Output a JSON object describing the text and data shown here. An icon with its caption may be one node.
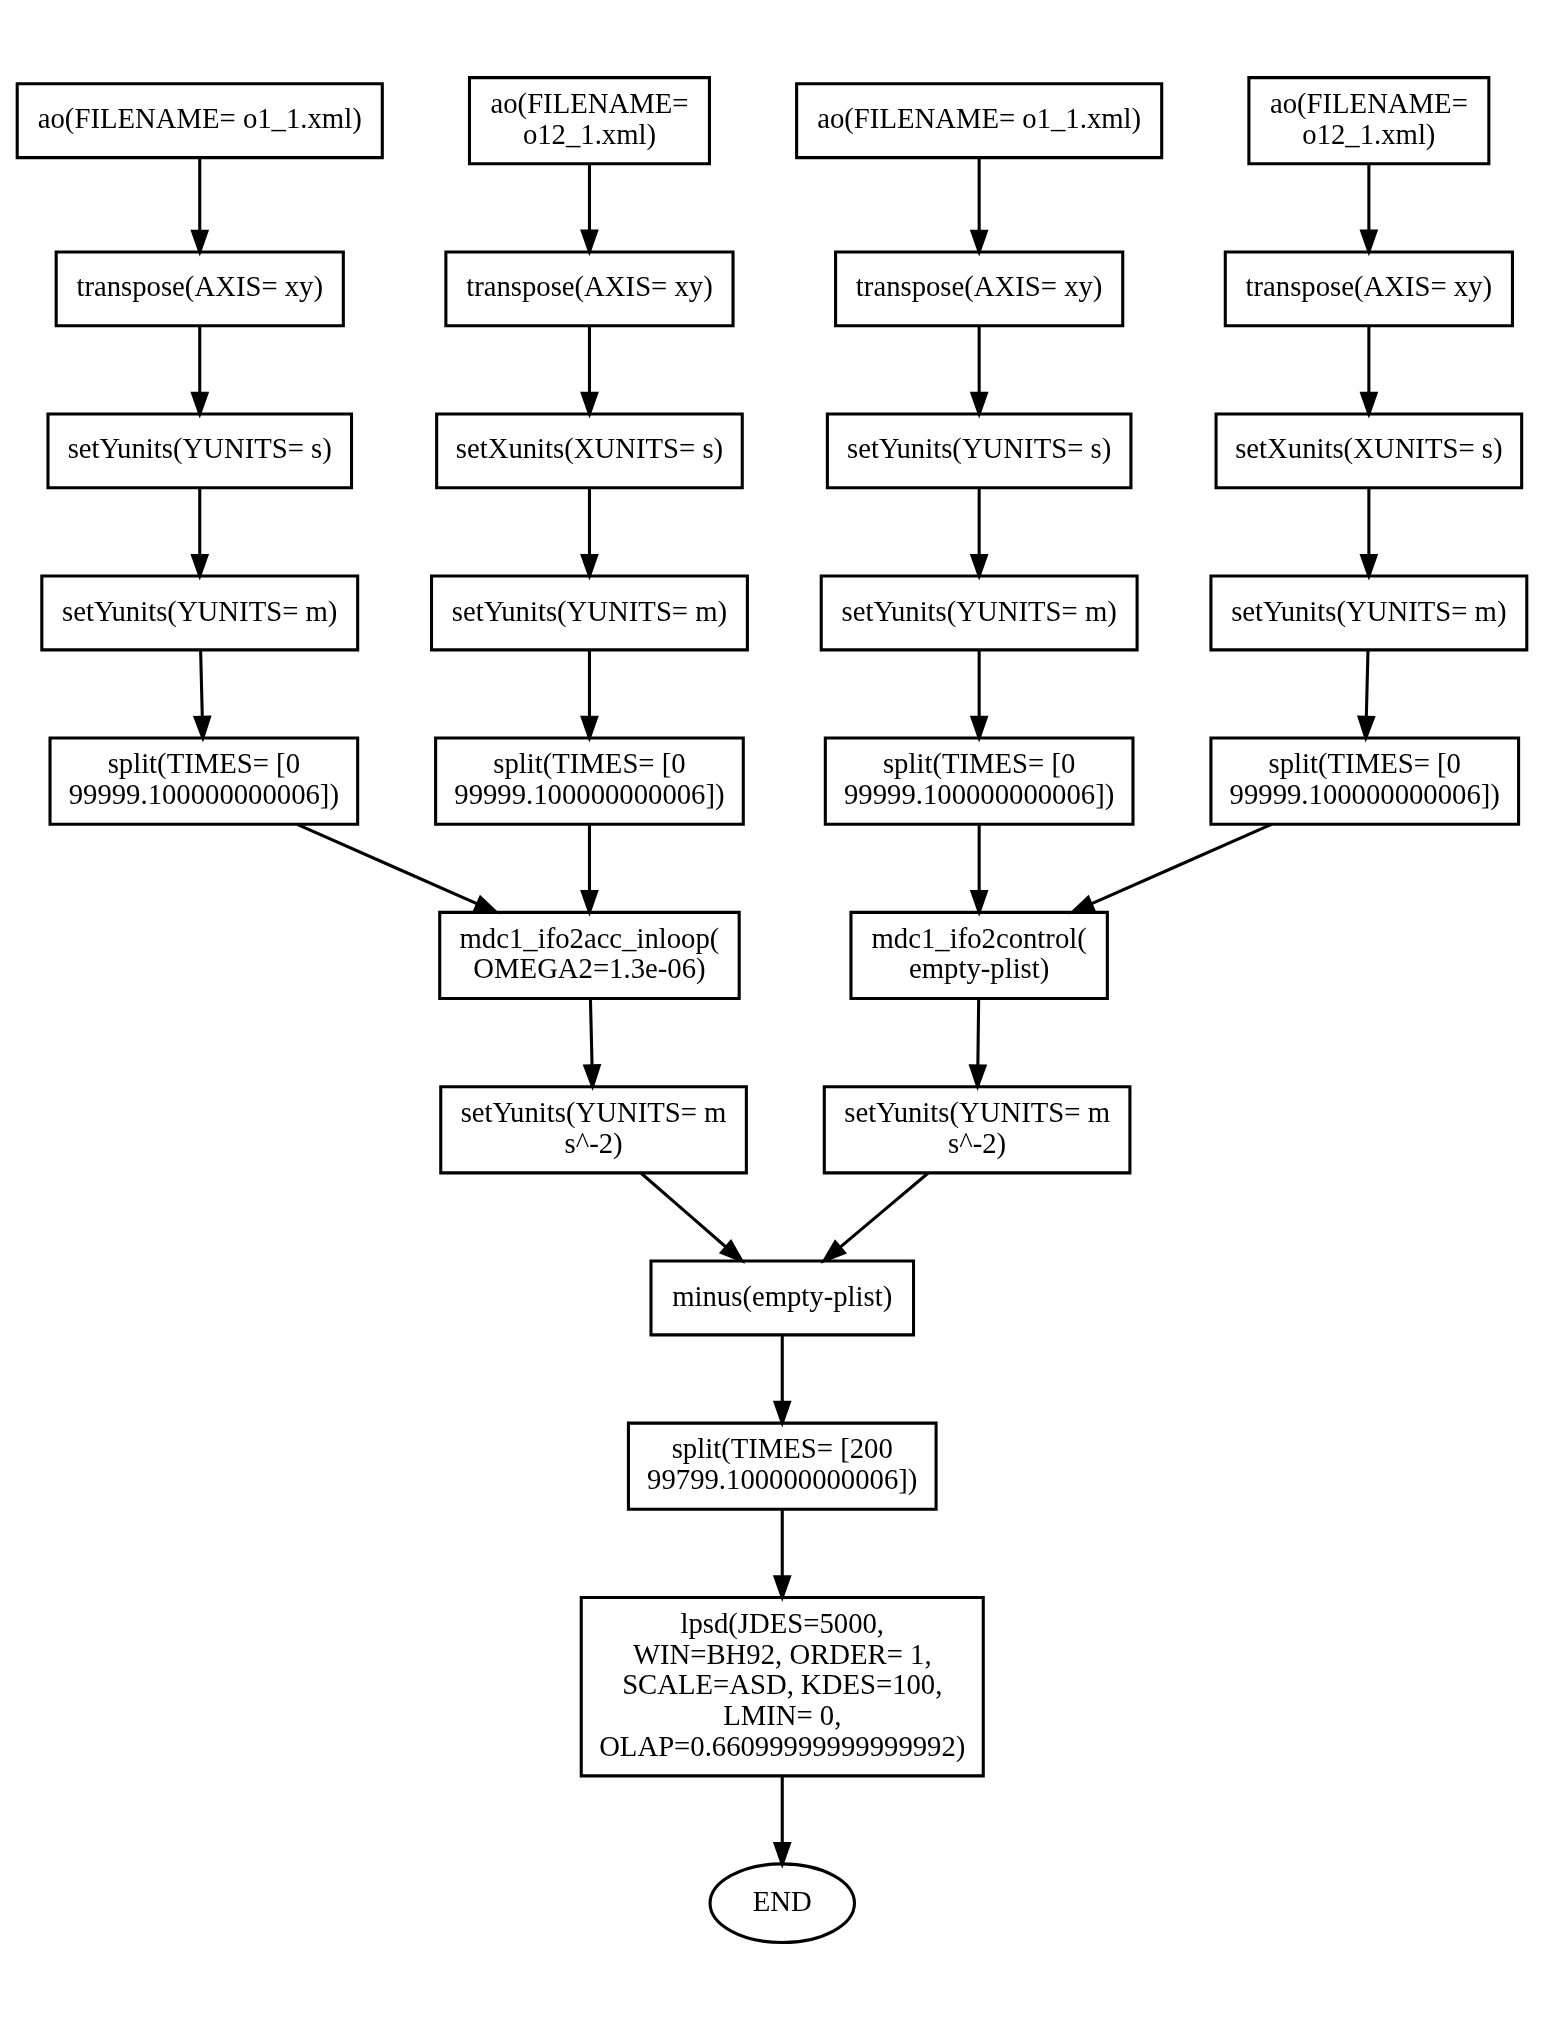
{
  "diagram": {
    "nodes": [
      {
        "text": [
          "ao(FILENAME= o1_1.xml)"
        ]
      },
      {
        "text": [
          "ao(FILENAME= o12_1.xml)"
        ]
      },
      {
        "text": [
          "ao(FILENAME= o1_1.xml)"
        ]
      },
      {
        "text": [
          "ao(FILENAME= o12_1.xml)"
        ]
      },
      {
        "text": [
          "transpose(AXIS= xy)"
        ]
      },
      {
        "text": [
          "transpose(AXIS= xy)"
        ]
      },
      {
        "text": [
          "transpose(AXIS= xy)"
        ]
      },
      {
        "text": [
          "transpose(AXIS= xy)"
        ]
      },
      {
        "text": [
          "setYunits(YUNITS= s)"
        ]
      },
      {
        "text": [
          "setXunits(XUNITS= s)"
        ]
      },
      {
        "text": [
          "setYunits(YUNITS= s)"
        ]
      },
      {
        "text": [
          "setXunits(XUNITS= s)"
        ]
      },
      {
        "text": [
          "setYunits(YUNITS= m)"
        ]
      },
      {
        "text": [
          "setYunits(YUNITS= m)"
        ]
      },
      {
        "text": [
          "setYunits(YUNITS= m)"
        ]
      },
      {
        "text": [
          "setYunits(YUNITS= m)"
        ]
      },
      {
        "text": [
          "split(TIMES= [0 99999.100000000006])"
        ]
      },
      {
        "text": [
          "split(TIMES= [0 99999.100000000006])"
        ]
      },
      {
        "text": [
          "split(TIMES= [0 99999.100000000006])"
        ]
      },
      {
        "text": [
          "split(TIMES= [0 99999.100000000006])"
        ]
      },
      {
        "text": [
          "mdc1_ifo2acc_inloop( OMEGA2=1.3e-06)"
        ]
      },
      {
        "text": [
          "mdc1_ifo2control( empty-plist)"
        ]
      },
      {
        "text": [
          "setYunits(YUNITS= m s^-2)"
        ]
      },
      {
        "text": [
          "setYunits(YUNITS= m s^-2)"
        ]
      },
      {
        "text": [
          "minus(empty-plist)"
        ]
      },
      {
        "text": [
          "split(TIMES= [200 99799.100000000006])"
        ]
      },
      {
        "text": [
          "lpsd(JDES=5000, WIN=BH92, ORDER= 1, SCALE=ASD, KDES=100, LMIN= 0, OLAP=0.66099999999999992)"
        ]
      },
      {
        "text": [
          "END"
        ]
      }
    ],
    "edges": [
      {
        "from": 0,
        "to": 4,
        "arrow": "to"
      },
      {
        "from": 1,
        "to": 5,
        "arrow": "to"
      },
      {
        "from": 2,
        "to": 6,
        "arrow": "to"
      },
      {
        "from": 3,
        "to": 7,
        "arrow": "to"
      },
      {
        "from": 4,
        "to": 8,
        "arrow": "to"
      },
      {
        "from": 5,
        "to": 9,
        "arrow": "to"
      },
      {
        "from": 6,
        "to": 10,
        "arrow": "to"
      },
      {
        "from": 7,
        "to": 11,
        "arrow": "to"
      },
      {
        "from": 8,
        "to": 12,
        "arrow": "to"
      },
      {
        "from": 9,
        "to": 13,
        "arrow": "to"
      },
      {
        "from": 10,
        "to": 14,
        "arrow": "to"
      },
      {
        "from": 11,
        "to": 15,
        "arrow": "to"
      },
      {
        "from": 12,
        "to": 16,
        "arrow": "to"
      },
      {
        "from": 13,
        "to": 17,
        "arrow": "to"
      },
      {
        "from": 14,
        "to": 18,
        "arrow": "to"
      },
      {
        "from": 15,
        "to": 19,
        "arrow": "to"
      },
      {
        "from": 16,
        "to": 20,
        "arrow": "to"
      },
      {
        "from": 17,
        "to": 20,
        "arrow": "to"
      },
      {
        "from": 18,
        "to": 21,
        "arrow": "to"
      },
      {
        "from": 19,
        "to": 21,
        "arrow": "to"
      },
      {
        "from": 20,
        "to": 22,
        "arrow": "to"
      },
      {
        "from": 21,
        "to": 23,
        "arrow": "to"
      },
      {
        "from": 22,
        "to": 24,
        "arrow": "to"
      },
      {
        "from": 23,
        "to": 24,
        "arrow": "to"
      },
      {
        "from": 24,
        "to": 25,
        "arrow": "to"
      },
      {
        "from": 25,
        "to": 26,
        "arrow": "to"
      },
      {
        "from": 26,
        "to": 27,
        "arrow": "to"
      }
    ]
  }
}
